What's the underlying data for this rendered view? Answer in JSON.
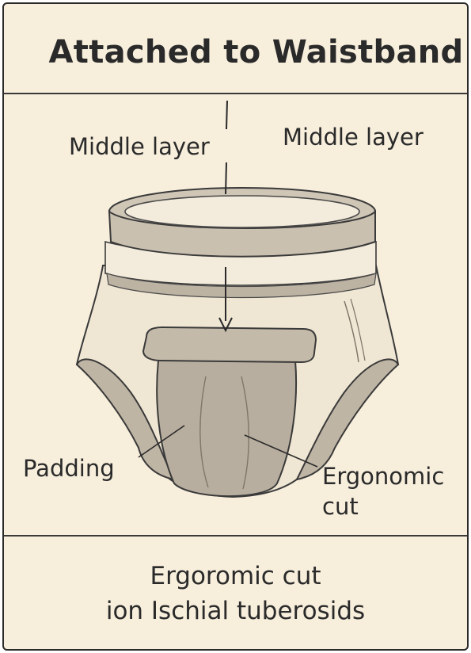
{
  "title": "Attached to Waistband",
  "labels": {
    "middle_left": "Middle layer",
    "middle_right": "Middle layer",
    "padding": "Padding",
    "ergonomic_line1": "Ergonomic",
    "ergonomic_line2": "cut"
  },
  "footer": {
    "line1": "Ergoromic cut",
    "line2": "ion Ischial tuberosids"
  },
  "colors": {
    "background": "#f7eedc",
    "fabric": "#efe6d3",
    "band": "#cfc6b6",
    "padding": "#b8ae9f",
    "ink": "#2a2a2a"
  }
}
